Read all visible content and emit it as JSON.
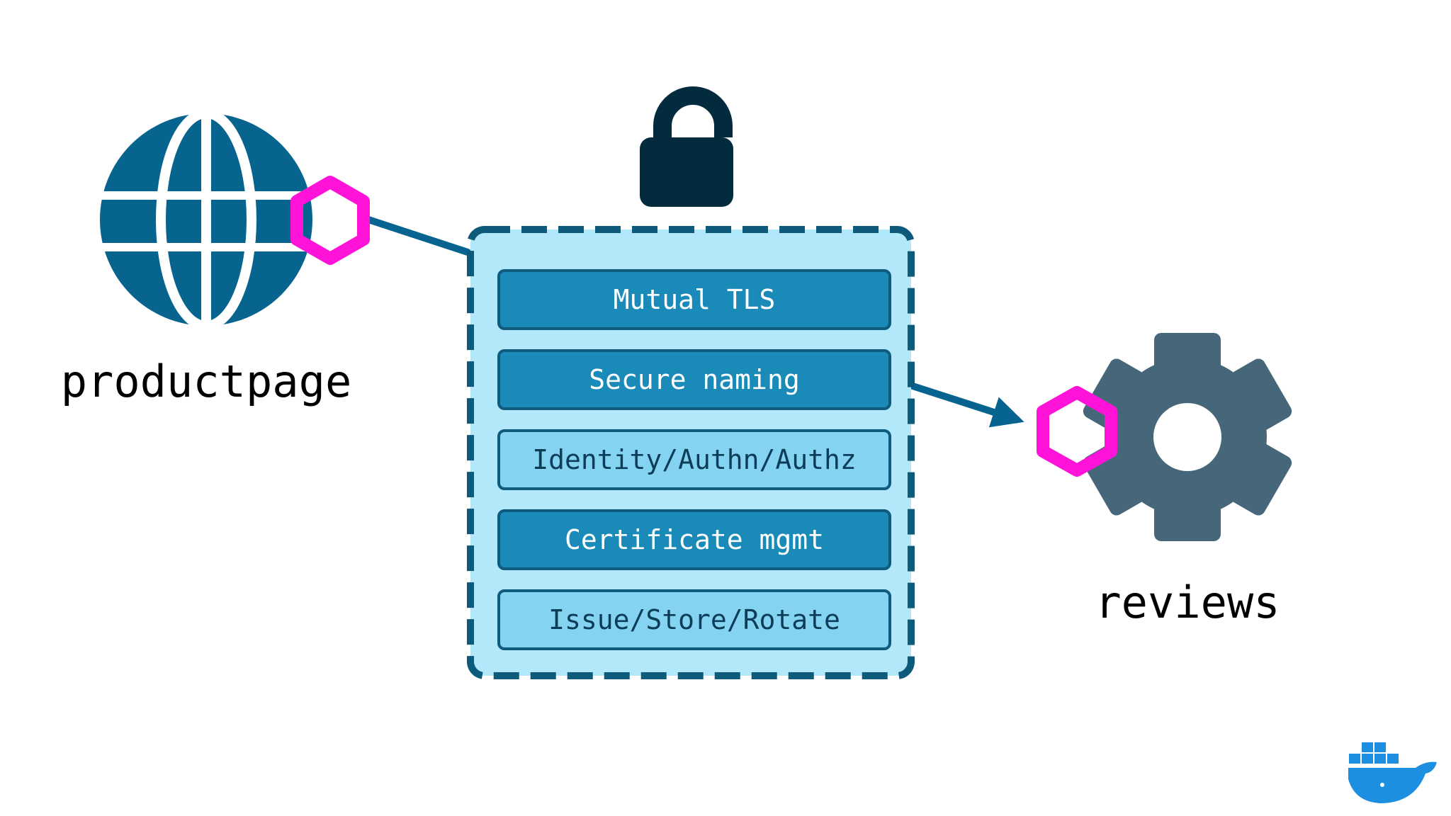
{
  "diagram": {
    "source_node": {
      "label": "productpage",
      "icon": "globe-icon"
    },
    "target_node": {
      "label": "reviews",
      "icon": "gear-icon"
    },
    "sidecar_icon": "hexagon-icon",
    "security_icon": "lock-icon",
    "layers": [
      {
        "label": "Mutual TLS",
        "style": "dark"
      },
      {
        "label": "Secure naming",
        "style": "dark"
      },
      {
        "label": "Identity/Authn/Authz",
        "style": "light"
      },
      {
        "label": "Certificate mgmt",
        "style": "dark"
      },
      {
        "label": "Issue/Store/Rotate",
        "style": "light"
      }
    ],
    "brand_icon": "docker-whale-icon"
  },
  "colors": {
    "globe": "#07648f",
    "gear": "#46677a",
    "sidecar": "#ff13d8",
    "lock": "#022c3d",
    "panel_fill": "#b3e8fb",
    "panel_border": "#0e5a7a",
    "layer_dark_fill": "#1a8ab8",
    "layer_dark_text": "#ffffff",
    "layer_light_fill": "#84d3f0",
    "layer_light_text": "#0c3d58",
    "layer_border": "#0f5b7e",
    "connector": "#076491",
    "docker": "#1d8fe0"
  }
}
